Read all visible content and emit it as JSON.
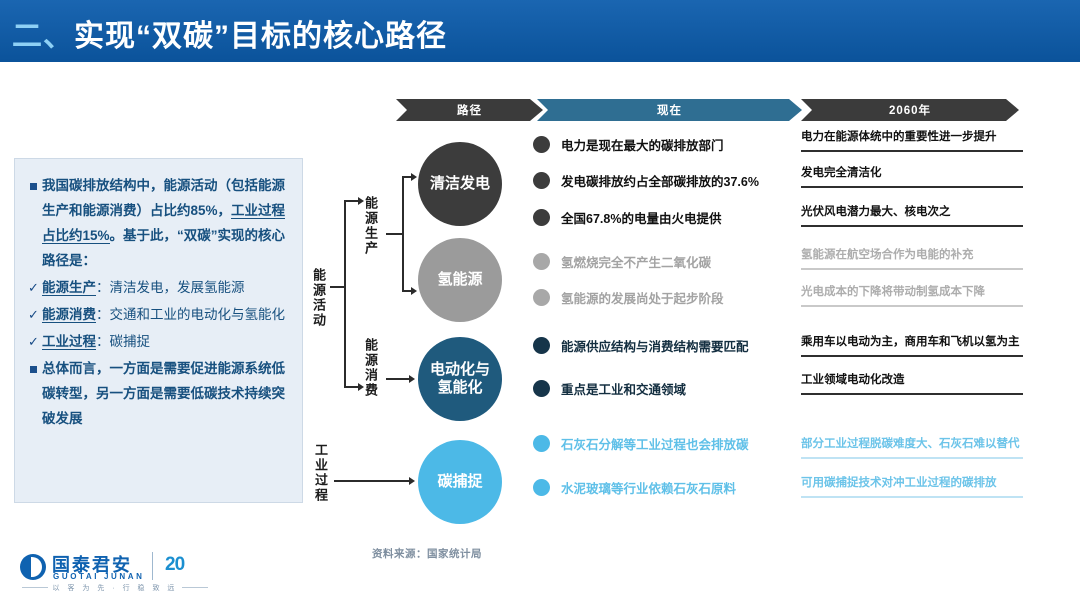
{
  "slide": {
    "title_number": "二、",
    "title_text": "实现“双碳”目标的核心路径",
    "title_bar_color": "#0c5cac",
    "source_note": "资料来源：国家统计局"
  },
  "info_panel": {
    "items": [
      {
        "marker": "square",
        "segments": [
          {
            "text": "我国碳排放结构中，能源活动（包括能源生产和能源消费）占比约85%，",
            "style": "bold"
          },
          {
            "text": "工业过程占比约15%",
            "style": "bold-underline"
          },
          {
            "text": "。基于此，“双碳”实现的核心路径是：",
            "style": "bold"
          }
        ]
      },
      {
        "marker": "check",
        "segments": [
          {
            "text": "能源生产",
            "style": "bold-underline"
          },
          {
            "text": "：清洁发电，发展氢能源",
            "style": "normal"
          }
        ]
      },
      {
        "marker": "check",
        "segments": [
          {
            "text": "能源消费",
            "style": "bold-underline"
          },
          {
            "text": "：交通和工业的电动化与氢能化",
            "style": "normal"
          }
        ]
      },
      {
        "marker": "check",
        "segments": [
          {
            "text": "工业过程",
            "style": "bold-underline"
          },
          {
            "text": "：碳捕捉",
            "style": "normal"
          }
        ]
      },
      {
        "marker": "square",
        "segments": [
          {
            "text": "总体而言，一方面是需要促进能源系统低碳转型，另一方面是需要低碳技术持续突破发展",
            "style": "bold"
          }
        ]
      }
    ]
  },
  "column_headers": [
    {
      "label": "路径",
      "color": "#3b3b3b"
    },
    {
      "label": "现在",
      "color": "#2f6e92"
    },
    {
      "label": "2060年",
      "color": "#3b3b3b"
    }
  ],
  "tree_labels": {
    "energy_activity": "能源活动",
    "energy_production": "能源生产",
    "energy_consumption": "能源消费",
    "industrial_process": "工业过程"
  },
  "paths": [
    {
      "label": "清洁发电",
      "color": "#3c3c3c"
    },
    {
      "label": "氢能源",
      "color": "#9b9b9b"
    },
    {
      "label": "电动化与氢能化",
      "color": "#1f5a7d"
    },
    {
      "label": "碳捕捉",
      "color": "#4cb9e7"
    }
  ],
  "now_items": [
    {
      "text": "电力是现在最大的碳排放部门",
      "tone": "strong"
    },
    {
      "text": "发电碳排放约占全部碳排放的37.6%",
      "tone": "strong"
    },
    {
      "text": "全国67.8%的电量由火电提供",
      "tone": "strong"
    },
    {
      "text": "氢燃烧完全不产生二氧化碳",
      "tone": "muted"
    },
    {
      "text": "氢能源的发展尚处于起步阶段",
      "tone": "muted"
    },
    {
      "text": "能源供应结构与消费结构需要匹配",
      "tone": "navy"
    },
    {
      "text": "重点是工业和交通领域",
      "tone": "navy"
    },
    {
      "text": "石灰石分解等工业过程也会排放碳",
      "tone": "sky"
    },
    {
      "text": "水泥玻璃等行业依赖石灰石原料",
      "tone": "sky"
    }
  ],
  "future_items": [
    {
      "text": "电力在能源体统中的重要性进一步提升",
      "tone": "strong"
    },
    {
      "text": "发电完全清洁化",
      "tone": "strong"
    },
    {
      "text": "光伏风电潜力最大、核电次之",
      "tone": "strong"
    },
    {
      "text": "氢能源在航空场合作为电能的补充",
      "tone": "muted"
    },
    {
      "text": "光电成本的下降将带动制氢成本下降",
      "tone": "muted"
    },
    {
      "text": "乘用车以电动为主，商用车和飞机以氢为主",
      "tone": "strong"
    },
    {
      "text": "工业领域电动化改造",
      "tone": "strong"
    },
    {
      "text": "部分工业过程脱碳难度大、石灰石难以替代",
      "tone": "sky"
    },
    {
      "text": "可用碳捕捉技术对冲工业过程的碳排放",
      "tone": "sky"
    }
  ],
  "logo": {
    "name_cn": "国泰君安",
    "name_en": "GUOTAI JUNAN",
    "anniversary": "20",
    "tagline": "以 客 为 先 · 行 稳 致 远"
  }
}
